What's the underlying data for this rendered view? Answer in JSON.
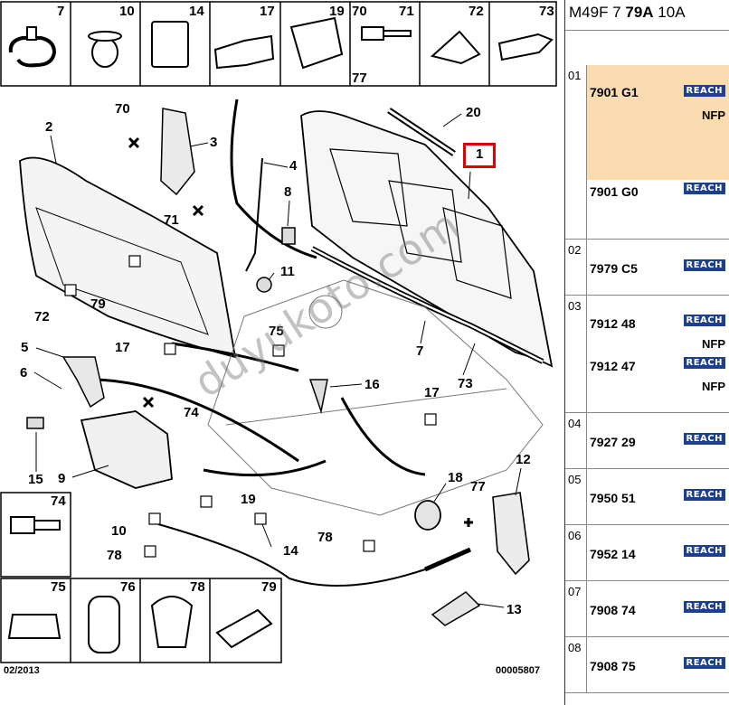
{
  "header": {
    "code_prefix": "M49F 7",
    "code_bold": "79A",
    "code_suffix": "10A"
  },
  "diagram": {
    "thumbnails_top": [
      "7",
      "10",
      "14",
      "17",
      "19",
      "70",
      "71",
      "72",
      "73",
      "77"
    ],
    "thumbnails_bottom": [
      "74",
      "75",
      "76",
      "78",
      "79"
    ],
    "callouts": [
      "1",
      "2",
      "3",
      "4",
      "5",
      "6",
      "7",
      "8",
      "9",
      "10",
      "11",
      "12",
      "13",
      "14",
      "15",
      "16",
      "17",
      "17",
      "18",
      "19",
      "20",
      "70",
      "71",
      "72",
      "73",
      "74",
      "75",
      "77",
      "78",
      "78",
      "79"
    ],
    "date": "02/2013",
    "drawing_number": "00005807",
    "watermark": "duyukoto.com",
    "highlight_callout": "1"
  },
  "parts": [
    {
      "index": "01",
      "items": [
        {
          "ref": "7901 G1",
          "badge": "REACH",
          "nfp": "NFP",
          "selected": true
        },
        {
          "ref": "7901 G0",
          "badge": "REACH",
          "nfp": ""
        }
      ]
    },
    {
      "index": "02",
      "items": [
        {
          "ref": "7979 C5",
          "badge": "REACH",
          "nfp": ""
        }
      ]
    },
    {
      "index": "03",
      "items": [
        {
          "ref": "7912 48",
          "badge": "REACH",
          "nfp": "NFP"
        },
        {
          "ref": "7912 47",
          "badge": "REACH",
          "nfp": "NFP"
        }
      ]
    },
    {
      "index": "04",
      "items": [
        {
          "ref": "7927 29",
          "badge": "REACH",
          "nfp": ""
        }
      ]
    },
    {
      "index": "05",
      "items": [
        {
          "ref": "7950 51",
          "badge": "REACH",
          "nfp": ""
        }
      ]
    },
    {
      "index": "06",
      "items": [
        {
          "ref": "7952 14",
          "badge": "REACH",
          "nfp": ""
        }
      ]
    },
    {
      "index": "07",
      "items": [
        {
          "ref": "7908 74",
          "badge": "REACH",
          "nfp": ""
        }
      ]
    },
    {
      "index": "08",
      "items": [
        {
          "ref": "7908 75",
          "badge": "REACH",
          "nfp": ""
        }
      ]
    }
  ]
}
